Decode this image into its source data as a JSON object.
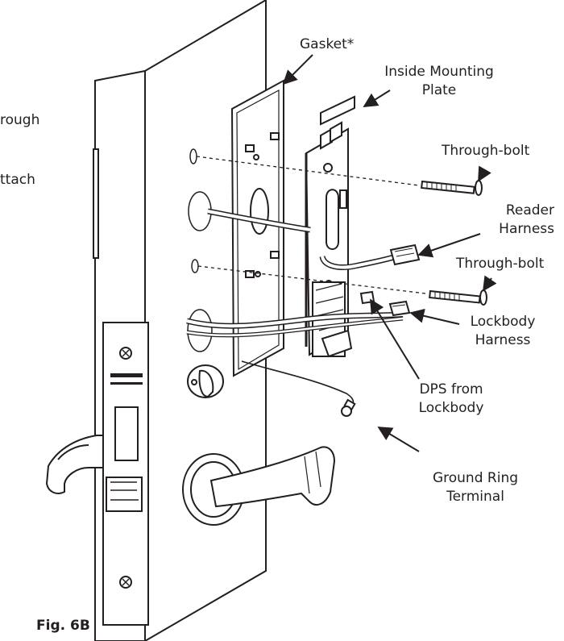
{
  "fragments": {
    "line1": "rough",
    "line2": "ttach"
  },
  "labels": {
    "gasket": "Gasket*",
    "inside_mounting_plate_1": "Inside Mounting",
    "inside_mounting_plate_2": "Plate",
    "through_bolt_top": "Through-bolt",
    "reader_harness_1": "Reader",
    "reader_harness_2": "Harness",
    "through_bolt_mid": "Through-bolt",
    "lockbody_harness_1": "Lockbody",
    "lockbody_harness_2": "Harness",
    "dps_1": "DPS from",
    "dps_2": "Lockbody",
    "ground_1": "Ground Ring",
    "ground_2": "Terminal"
  },
  "figure_label": "Fig. 6B"
}
